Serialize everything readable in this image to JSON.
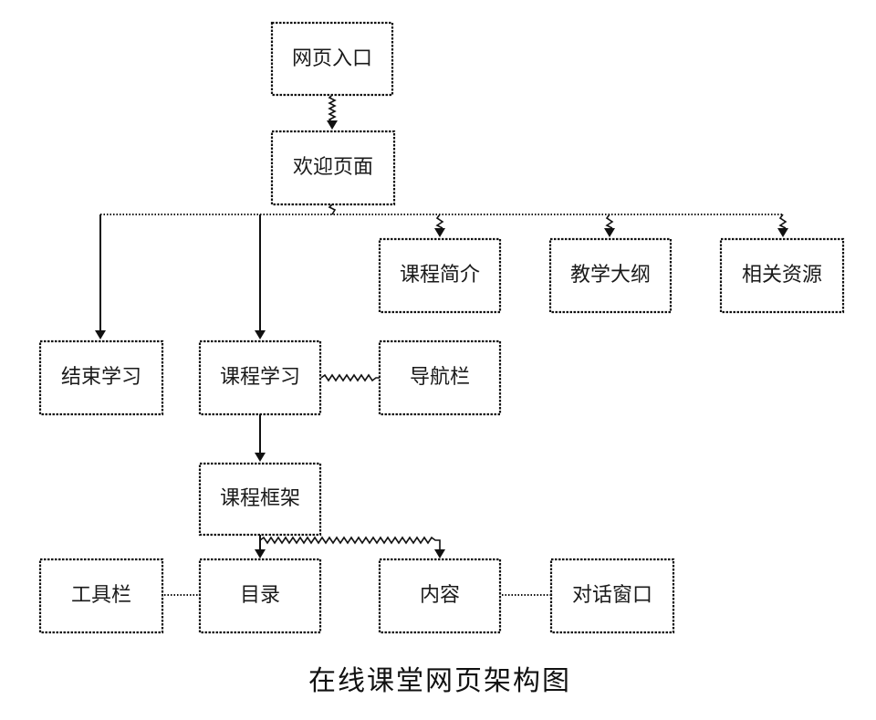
{
  "nodes": {
    "entry": "网页入口",
    "welcome": "欢迎页面",
    "intro": "课程简介",
    "syllabus": "教学大纲",
    "resources": "相关资源",
    "end_study": "结束学习",
    "course_study": "课程学习",
    "navbar": "导航栏",
    "framework": "课程框架",
    "toolbar": "工具栏",
    "catalog": "目录",
    "content": "内容",
    "dialog": "对话窗口"
  },
  "caption": "在线课堂网页架构图"
}
